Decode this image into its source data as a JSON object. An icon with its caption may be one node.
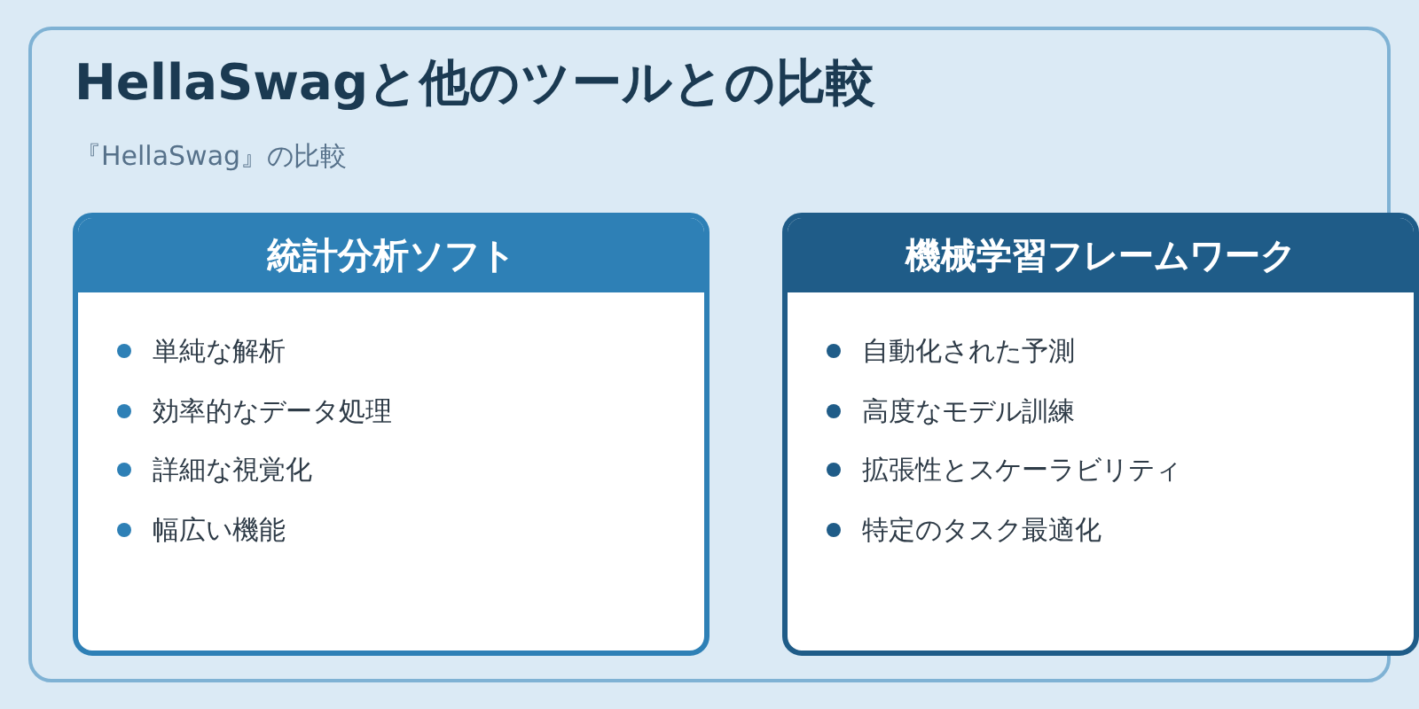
{
  "diagram": {
    "nodes": [
      {
        "text": [
          "HellaSwagと他のツールとの比較",
          "『HellaSwag』の比較"
        ]
      },
      {
        "text": [
          "統計分析ソフト",
          "単純な解析",
          "効率的なデータ処理",
          "詳細な視覚化",
          "幅広い機能"
        ],
        "in": 0
      },
      {
        "text": [
          "機械学習フレームワーク",
          "自動化された予測",
          "高度なモデル訓練",
          "拡張性とスケーラビリティ",
          "特定のタスク最適化"
        ],
        "in": 0
      }
    ]
  }
}
